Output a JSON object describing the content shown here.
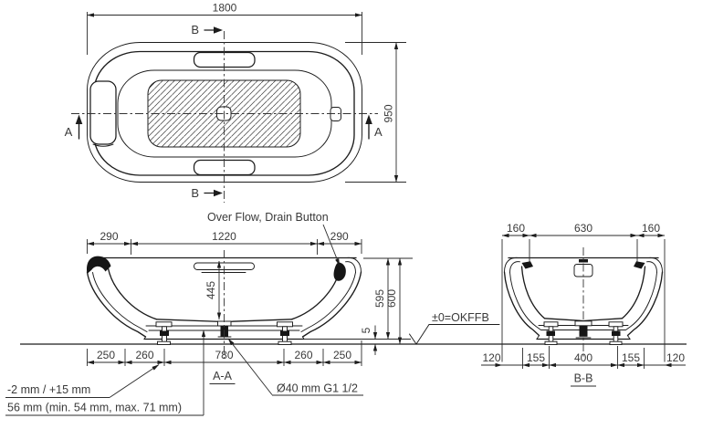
{
  "meta": {
    "background_color": "#ffffff",
    "line_color": "#1c1c1c",
    "text_color": "#3a3a3a",
    "drawing_type": "bathtub technical installation drawing"
  },
  "top_view": {
    "dim_width": "1800",
    "dim_height": "950",
    "marker_a": "A",
    "marker_b": "B"
  },
  "section_aa": {
    "title": "A-A",
    "note_overflow": "Over Flow, Drain Button",
    "note_drain": "Ø40 mm  G1 1/2",
    "note_adjust": "-2 mm / +15 mm",
    "note_feet": "56 mm (min. 54 mm, max. 71 mm)",
    "note_level": "±0=OKFFB",
    "dim_rim": [
      "290",
      "1220",
      "290"
    ],
    "dim_depth": "445",
    "dim_height_rim": "595",
    "dim_height_total": "600",
    "dim_gap": "5",
    "dim_base": [
      "250",
      "260",
      "780",
      "260",
      "250"
    ]
  },
  "section_bb": {
    "title": "B-B",
    "dim_rim": [
      "160",
      "630",
      "160"
    ],
    "dim_base": [
      "120",
      "155",
      "400",
      "155",
      "120"
    ]
  }
}
